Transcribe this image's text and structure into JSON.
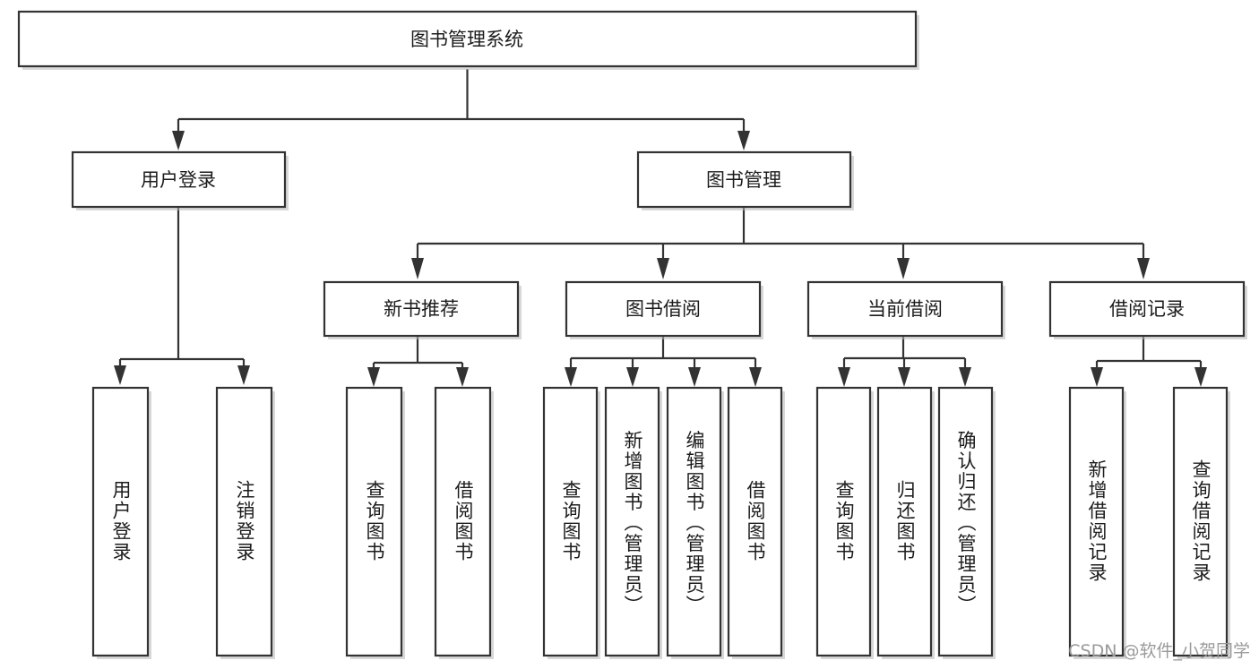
{
  "diagram": {
    "type": "tree-hierarchy",
    "title": "图书管理系统",
    "orientation": "top-down",
    "levels": 4,
    "colors": {
      "box_fill": "#ffffff",
      "box_stroke": "#333333",
      "text": "#1c1c1c",
      "watermark": "#9a9a9a",
      "background": "#ffffff"
    },
    "root": {
      "label": "图书管理系统"
    },
    "level2": [
      {
        "label": "用户登录"
      },
      {
        "label": "图书管理"
      }
    ],
    "level3": [
      {
        "label": "新书推荐"
      },
      {
        "label": "图书借阅"
      },
      {
        "label": "当前借阅"
      },
      {
        "label": "借阅记录"
      }
    ],
    "leaves": {
      "user_login": [
        {
          "label": "用户登录"
        },
        {
          "label": "注销登录"
        }
      ],
      "new_book_recommend": [
        {
          "label": "查询图书"
        },
        {
          "label": "借阅图书"
        }
      ],
      "book_borrow": [
        {
          "label": "查询图书"
        },
        {
          "label": "新增图书（管理员）"
        },
        {
          "label": "编辑图书（管理员）"
        },
        {
          "label": "借阅图书"
        }
      ],
      "current_borrow": [
        {
          "label": "查询图书"
        },
        {
          "label": "归还图书"
        },
        {
          "label": "确认归还（管理员）"
        }
      ],
      "borrow_record": [
        {
          "label": "新增借阅记录"
        },
        {
          "label": "查询借阅记录"
        }
      ]
    }
  },
  "watermark": {
    "text": "CSDN @软件_小贺同学"
  }
}
